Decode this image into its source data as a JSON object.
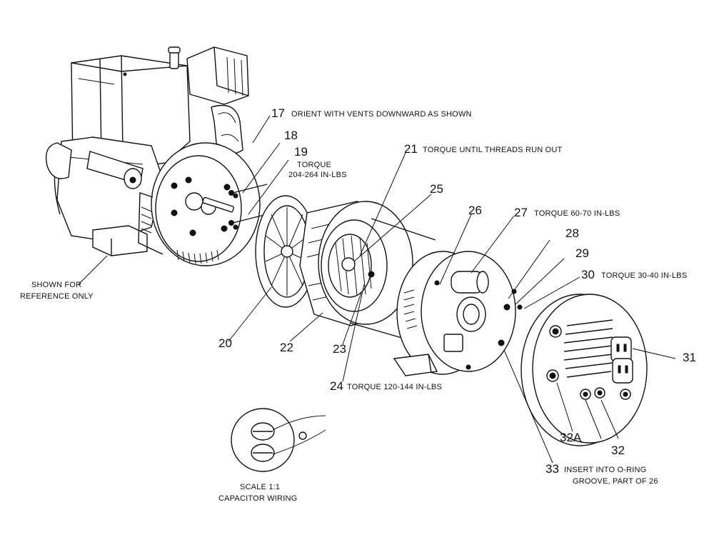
{
  "callouts": {
    "c17": {
      "num": "17",
      "text": "ORIENT WITH VENTS DOWNWARD AS SHOWN"
    },
    "c18": {
      "num": "18"
    },
    "c19": {
      "num": "19",
      "text1": "TORQUE",
      "text2": "204-264 IN-LBS"
    },
    "c20": {
      "num": "20"
    },
    "c21": {
      "num": "21",
      "text": "TORQUE UNTIL THREADS RUN OUT"
    },
    "c22": {
      "num": "22"
    },
    "c23": {
      "num": "23"
    },
    "c24": {
      "num": "24",
      "text": "TORQUE 120-144 IN-LBS"
    },
    "c25": {
      "num": "25"
    },
    "c26": {
      "num": "26"
    },
    "c27": {
      "num": "27",
      "text": "TORQUE 60-70 IN-LBS"
    },
    "c28": {
      "num": "28"
    },
    "c29": {
      "num": "29"
    },
    "c30": {
      "num": "30",
      "text": "TORQUE 30-40 IN-LBS"
    },
    "c31": {
      "num": "31"
    },
    "c32": {
      "num": "32"
    },
    "c32a": {
      "num": "32A"
    },
    "c33": {
      "num": "33",
      "text1": "INSERT INTO O-RING",
      "text2": "GROOVE, PART OF 26"
    }
  },
  "reference_note": {
    "line1": "SHOWN FOR",
    "line2": "REFERENCE ONLY"
  },
  "detail": {
    "line1": "SCALE 1:1",
    "line2": "CAPACITOR WIRING"
  }
}
